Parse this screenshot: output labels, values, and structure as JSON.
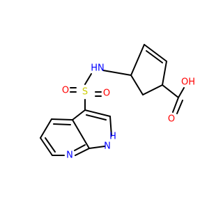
{
  "molecule": {
    "colors": {
      "bond": "#000000",
      "nitrogen": "#0000ff",
      "oxygen": "#ff0000",
      "sulfur": "#cccc00"
    },
    "atoms": {
      "nh_amide": {
        "text": "HN",
        "color": "#0000ff"
      },
      "sulfur": {
        "text": "S",
        "color": "#cccc00"
      },
      "o_sulfonyl_left": {
        "text": "O",
        "color": "#ff0000"
      },
      "o_sulfonyl_right": {
        "text": "O",
        "color": "#ff0000"
      },
      "nh_pyrrole": {
        "text": "H",
        "color": "#0000ff"
      },
      "n_pyrrole": {
        "text": "N",
        "color": "#0000ff"
      },
      "n_pyridine": {
        "text": "N",
        "color": "#0000ff"
      },
      "oh_carboxyl": {
        "text": "OH",
        "color": "#ff0000"
      },
      "o_carbonyl": {
        "text": "O",
        "color": "#ff0000"
      }
    }
  }
}
